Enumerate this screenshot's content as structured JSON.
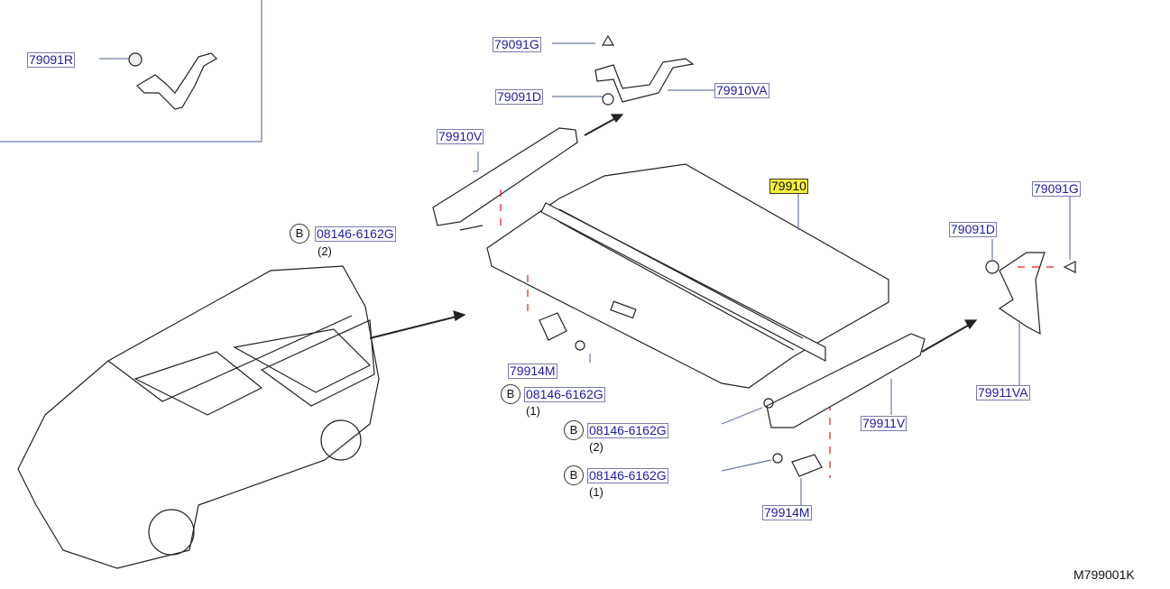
{
  "inset_labels": {
    "r": "79091R"
  },
  "labels": {
    "g_top": "79091G",
    "d_top": "79091D",
    "va_top": "79910VA",
    "v": "79910V",
    "main": "79910",
    "g_right": "79091G",
    "d_right": "79091D",
    "va_right": "79911VA",
    "v_right": "79911V",
    "m_left": "79914M",
    "m_bottom": "79914M"
  },
  "bolts": [
    {
      "ref": "B",
      "part": "08146-6162G",
      "qty": "(2)"
    },
    {
      "ref": "B",
      "part": "08146-6162G",
      "qty": "(1)"
    },
    {
      "ref": "B",
      "part": "08146-6162G",
      "qty": "(2)"
    },
    {
      "ref": "B",
      "part": "08146-6162G",
      "qty": "(1)"
    }
  ],
  "diagram_code": "M799001K",
  "colors": {
    "label_text": "#1c1c9c",
    "highlight": "#f6f03a",
    "guide_dash": "#e02020"
  }
}
